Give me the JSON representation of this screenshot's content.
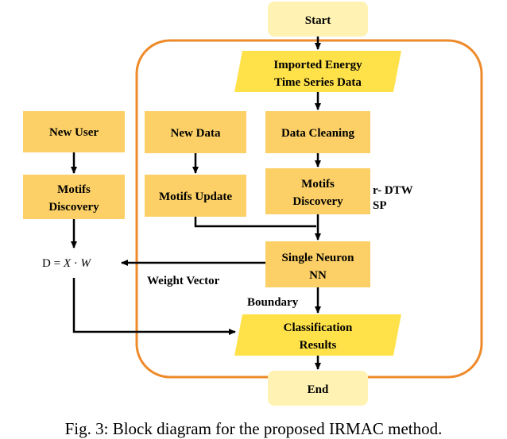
{
  "colors": {
    "process_fill": "#fcd066",
    "io_fill": "#ffe24a",
    "terminal_fill": "#fff2b3",
    "container_stroke": "#ee8a2a",
    "arrow": "#000000"
  },
  "nodes": {
    "start": {
      "label": "Start"
    },
    "imported": {
      "line1": "Imported Energy",
      "line2": "Time Series Data"
    },
    "new_user": {
      "label": "New User"
    },
    "new_data": {
      "label": "New Data"
    },
    "data_cleaning": {
      "label": "Data Cleaning"
    },
    "motifs_left": {
      "line1": "Motifs",
      "line2": "Discovery"
    },
    "motifs_update": {
      "label": "Motifs Update"
    },
    "motifs_center": {
      "line1": "Motifs",
      "line2": "Discovery"
    },
    "single_neuron": {
      "line1": "Single Neuron",
      "line2": "NN"
    },
    "classification": {
      "line1": "Classification",
      "line2": "Results"
    },
    "end": {
      "label": "End"
    }
  },
  "annotations": {
    "rdtw_line1": "r- DTW",
    "rdtw_line2": "SP",
    "weight_vector": "Weight Vector",
    "boundary": "Boundary",
    "formula": {
      "lhs": "D",
      "eq": " = ",
      "x": "X",
      "dot": " · ",
      "w": "W"
    }
  },
  "caption": "Fig. 3: Block diagram for the proposed IRMAC method."
}
